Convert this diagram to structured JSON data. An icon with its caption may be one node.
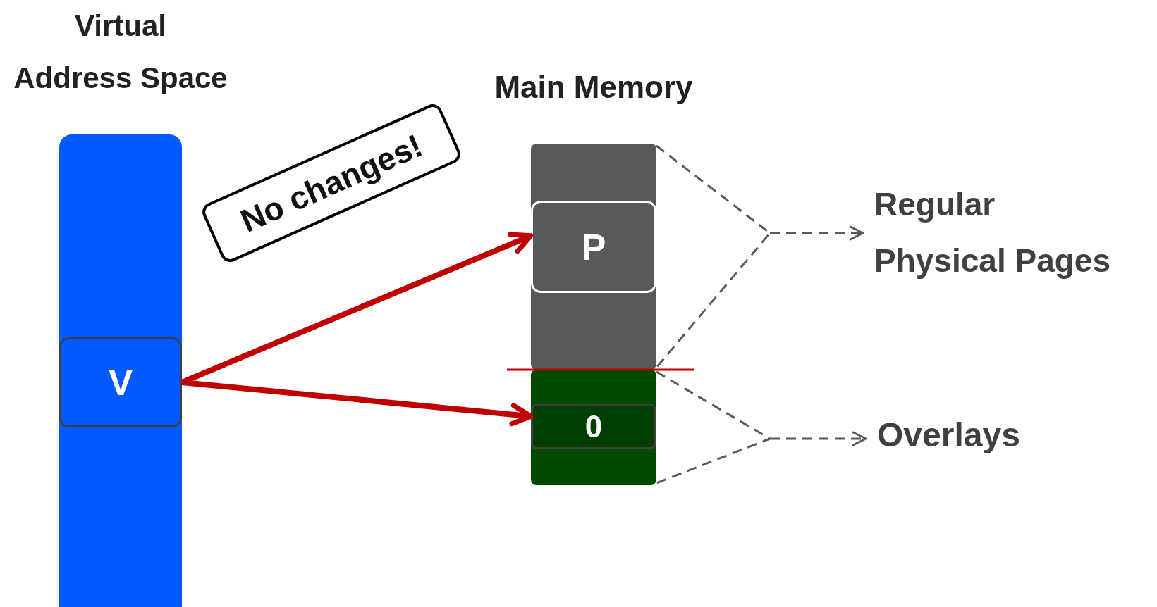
{
  "diagram": {
    "nodes": [
      {
        "text": [
          "Virtual Address Space"
        ]
      },
      {
        "text": [
          "V"
        ],
        "in": 0
      },
      {
        "text": [
          "Main Memory"
        ]
      },
      {
        "text": [],
        "shape": "box",
        "in": 2
      },
      {
        "text": [
          "P"
        ],
        "in": 3
      },
      {
        "text": [],
        "shape": "box",
        "in": 2
      },
      {
        "text": [
          "0"
        ],
        "in": 5
      },
      {
        "text": [
          "Regular Physical Pages"
        ]
      },
      {
        "text": [
          "Overlays"
        ]
      },
      {
        "text": [
          "No changes!"
        ]
      }
    ],
    "edges": [
      {
        "from": 1,
        "to": 4,
        "arrow": "to",
        "style": "thick",
        "color": "#c00000"
      },
      {
        "from": 1,
        "to": 6,
        "arrow": "to",
        "style": "thick",
        "color": "#c00000"
      },
      {
        "from": 3,
        "to": 7,
        "arrow": "to",
        "style": "dashed",
        "color": "#595959"
      },
      {
        "from": 5,
        "to": 8,
        "arrow": "to",
        "style": "dashed",
        "color": "#595959"
      }
    ]
  }
}
